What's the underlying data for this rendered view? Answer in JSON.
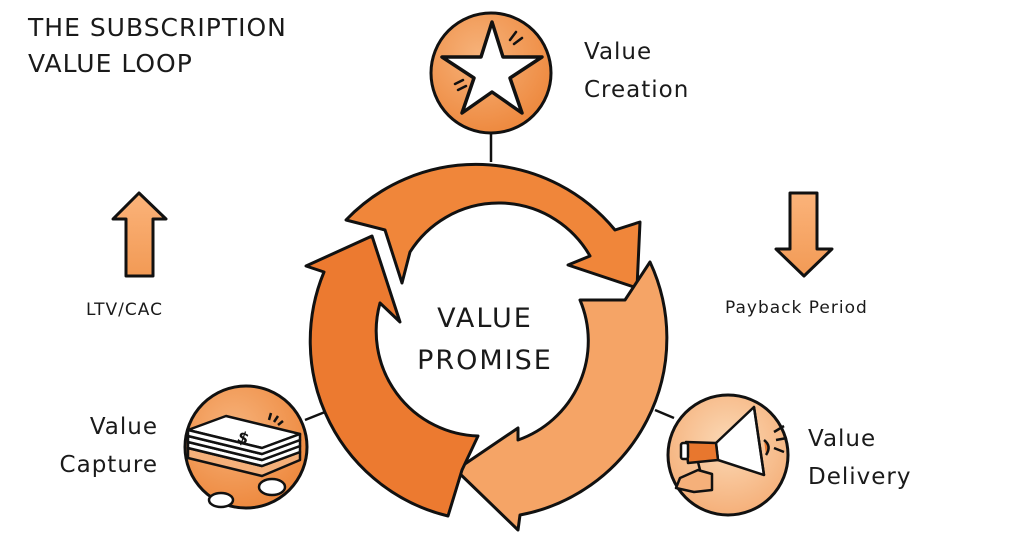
{
  "title": {
    "line1": "THE SUBSCRIPTION",
    "line2": "VALUE LOOP"
  },
  "center": {
    "line1": "VALUE",
    "line2": "PROMISE"
  },
  "nodes": [
    {
      "id": "creation",
      "line1": "Value",
      "line2": "Creation",
      "icon": "star-icon"
    },
    {
      "id": "delivery",
      "line1": "Value",
      "line2": "Delivery",
      "icon": "megaphone-icon"
    },
    {
      "id": "capture",
      "line1": "Value",
      "line2": "Capture",
      "icon": "money-stack-icon"
    }
  ],
  "metrics": [
    {
      "label": "LTV/CAC",
      "direction": "up",
      "icon": "arrow-up-icon"
    },
    {
      "label": "Payback Period",
      "direction": "down",
      "icon": "arrow-down-icon"
    }
  ],
  "colors": {
    "orange_dark": "#E8772E",
    "orange_mid": "#F08A3E",
    "orange_light": "#F5A96B",
    "circle_fill_light": "#F9CFA5",
    "circle_fill_mid": "#F3A262",
    "outline": "#111111"
  }
}
